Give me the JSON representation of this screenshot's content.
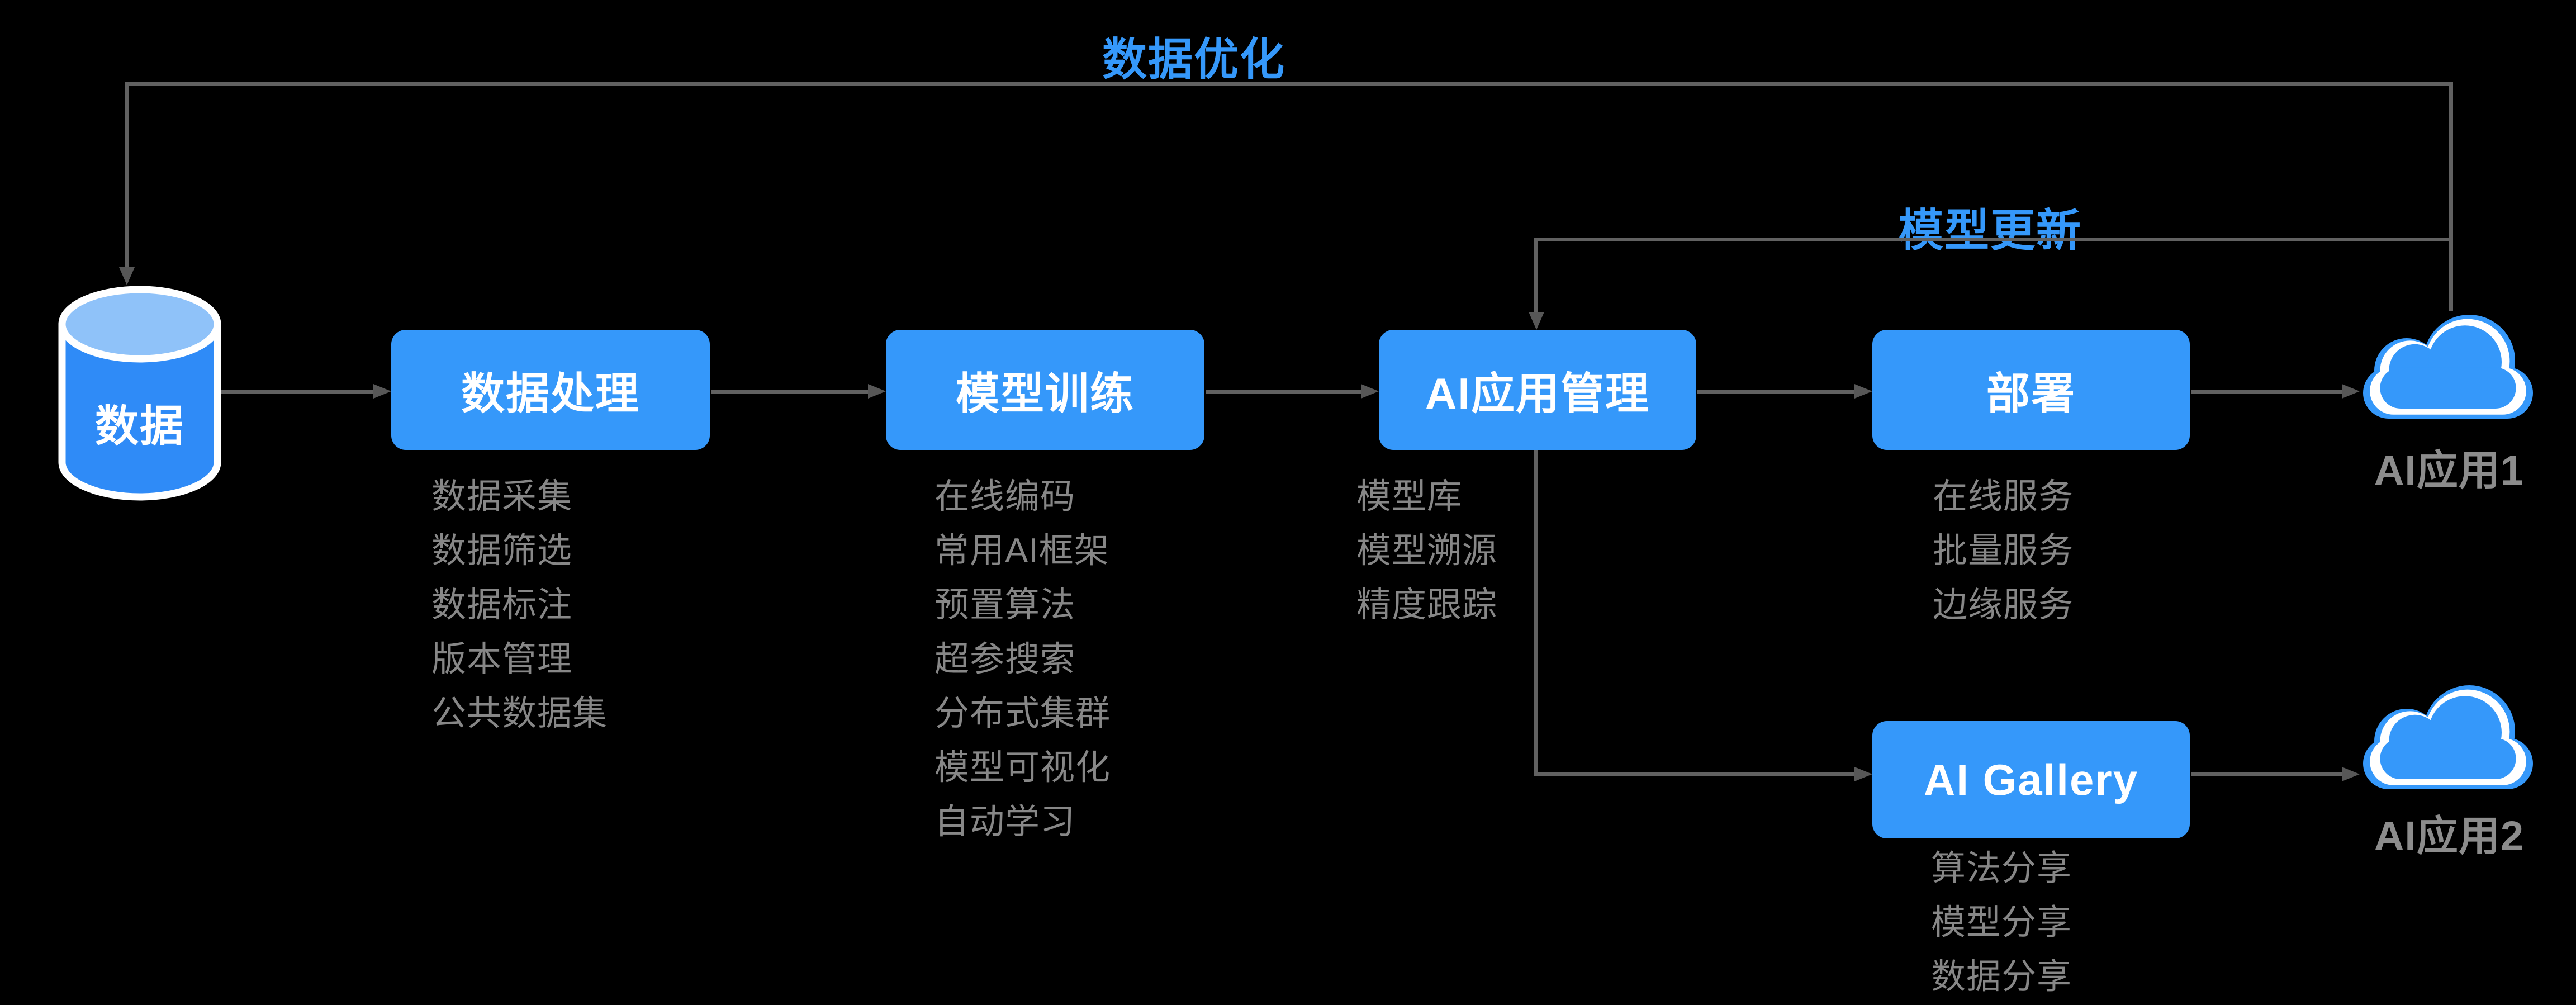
{
  "page": {
    "background": "#000000"
  },
  "colors": {
    "accent_blue": "#3598FA",
    "box_text_white": "#FFFFFF",
    "line_gray": "#616161",
    "arrowhead_gray": "#575757",
    "list_text_gray": "#878787",
    "cloud_label_gray": "#8C8C8C",
    "database_body_blue": "#2F8BF7",
    "database_top_blue": "#8FC2F9"
  },
  "feedback": {
    "data_optimization": "数据优化",
    "model_update": "模型更新"
  },
  "database": {
    "label": "数据"
  },
  "pipeline": [
    {
      "title": "数据处理",
      "items": [
        "数据采集",
        "数据筛选",
        "数据标注",
        "版本管理",
        "公共数据集"
      ]
    },
    {
      "title": "模型训练",
      "items": [
        "在线编码",
        "常用AI框架",
        "预置算法",
        "超参搜索",
        "分布式集群",
        "模型可视化",
        "自动学习"
      ]
    },
    {
      "title": "AI应用管理",
      "items": [
        "模型库",
        "模型溯源",
        "精度跟踪"
      ]
    },
    {
      "title": "部署",
      "items": [
        "在线服务",
        "批量服务",
        "边缘服务"
      ]
    },
    {
      "title": "AI Gallery",
      "items": [
        "算法分享",
        "模型分享",
        "数据分享"
      ]
    }
  ],
  "clouds": [
    {
      "label": "AI应用1"
    },
    {
      "label": "AI应用2"
    }
  ]
}
